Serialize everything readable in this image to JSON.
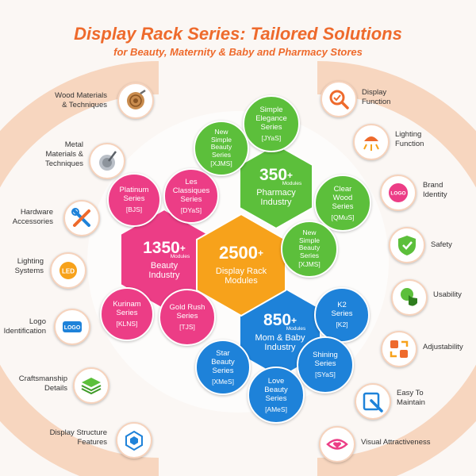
{
  "title": "Display Rack Series: Tailored Solutions",
  "subtitle": "for Beauty, Maternity & Baby and Pharmacy Stores",
  "left_features": [
    {
      "label": "Wood Materials\n& Techniques",
      "icon": "wood-log-icon"
    },
    {
      "label": "Metal\nMaterials &\nTechniques",
      "icon": "metal-tool-icon"
    },
    {
      "label": "Hardware\nAccessories",
      "icon": "wrench-screwdriver-icon"
    },
    {
      "label": "Lighting\nSystems",
      "icon": "led-bulb-icon",
      "icon_text": "LED"
    },
    {
      "label": "Logo\nIdentification",
      "icon": "logo-badge-icon",
      "icon_text": "LOGO"
    },
    {
      "label": "Craftsmanship\nDetails",
      "icon": "layers-stack-icon"
    },
    {
      "label": "Display Structure\nFeatures",
      "icon": "cube-structure-icon"
    }
  ],
  "right_features": [
    {
      "label": "Display\nFunction",
      "icon": "magnifier-display-icon"
    },
    {
      "label": "Lighting\nFunction",
      "icon": "ceiling-lamp-icon"
    },
    {
      "label": "Brand\nIdentity",
      "icon": "brand-logo-icon",
      "icon_text": "LOGO"
    },
    {
      "label": "Safety",
      "icon": "shield-check-icon"
    },
    {
      "label": "Usability",
      "icon": "hand-pointer-icon"
    },
    {
      "label": "Adjustability",
      "icon": "adjust-arrows-icon"
    },
    {
      "label": "Easy To\nMaintain",
      "icon": "maintenance-tool-icon"
    },
    {
      "label": "Visual Attractiveness",
      "icon": "eye-heart-icon"
    }
  ],
  "hexes": {
    "center": {
      "num": "2500",
      "sup": "+",
      "modules": "",
      "text": "Display Rack\nModules",
      "color": "#f7a21b"
    },
    "beauty": {
      "num": "1350",
      "sup": "+",
      "modules": "Modules",
      "text": "Beauty\nIndustry",
      "color": "#ec3d86"
    },
    "pharmacy": {
      "num": "350",
      "sup": "+",
      "modules": "Modules",
      "text": "Pharmacy\nIndustry",
      "color": "#5cbf3b"
    },
    "baby": {
      "num": "850",
      "sup": "+",
      "modules": "Modules",
      "text": "Mom & Baby\nIndustry",
      "color": "#1e82d9"
    }
  },
  "series": {
    "platinum": {
      "name": "Platinum\nSeries",
      "code": "[BJS]"
    },
    "les_classiques": {
      "name": "Les\nClassiques\nSeries",
      "code": "[DYaS]"
    },
    "kurinam": {
      "name": "Kurinam\nSeries",
      "code": "[KLNS]"
    },
    "gold_rush": {
      "name": "Gold Rush\nSeries",
      "code": "[TJS]"
    },
    "simple_elegance": {
      "name": "Simple\nElegance\nSeries",
      "code": "[JYaS]"
    },
    "new_simple_beauty_top": {
      "name": "New\nSimple\nBeauty\nSeries",
      "code": "[XJMS]"
    },
    "clear_wood": {
      "name": "Clear\nWood\nSeries",
      "code": "[QMuS]"
    },
    "new_simple_beauty_mid": {
      "name": "New\nSimple\nBeauty\nSeries",
      "code": "[XJMS]"
    },
    "k2": {
      "name": "K2\nSeries",
      "code": "[K2]"
    },
    "shining": {
      "name": "Shining\nSeries",
      "code": "[SYaS]"
    },
    "love_beauty": {
      "name": "Love\nBeauty\nSeries",
      "code": "[AMeS]"
    },
    "star_beauty": {
      "name": "Star\nBeauty\nSeries",
      "code": "[XMeS]"
    }
  },
  "colors": {
    "orange": "#ee6a2c",
    "pink": "#ec3d86",
    "green": "#5cbf3b",
    "blue": "#1e82d9",
    "amber": "#f7a21b"
  }
}
